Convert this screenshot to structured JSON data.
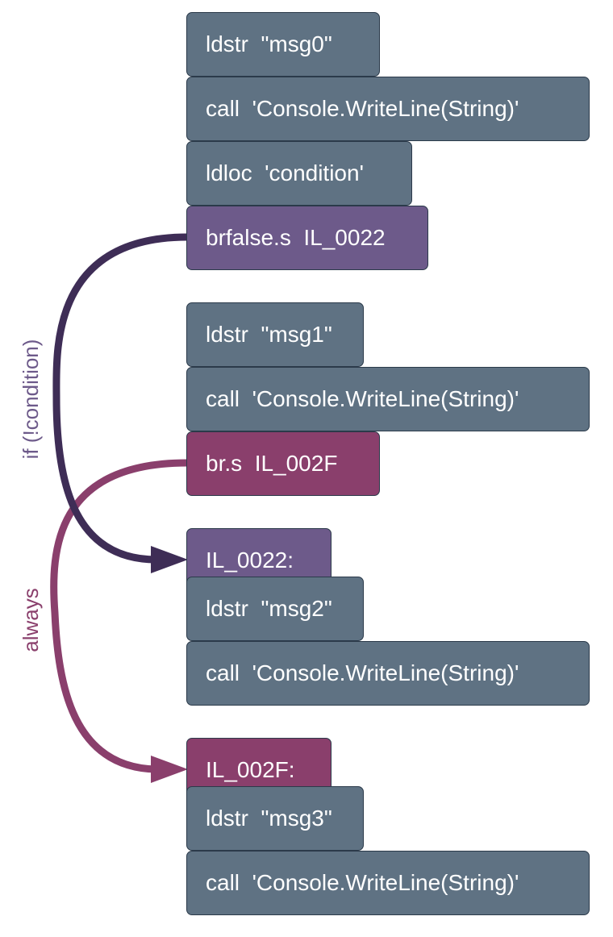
{
  "colors": {
    "plain": "#5f7283",
    "cond": "#6d5a8a",
    "jump": "#8a3f6c",
    "cond_arrow": "#3e2d56",
    "always_arrow": "#8a3f6c"
  },
  "instructions": [
    {
      "text": "ldstr  \"msg0\""
    },
    {
      "text": "call  'Console.WriteLine(String)'"
    },
    {
      "text": "ldloc  'condition'"
    },
    {
      "text": "brfalse.s  IL_0022"
    },
    {
      "text": "ldstr  \"msg1\""
    },
    {
      "text": "call  'Console.WriteLine(String)'"
    },
    {
      "text": "br.s  IL_002F"
    },
    {
      "text": "IL_0022:"
    },
    {
      "text": "ldstr  \"msg2\""
    },
    {
      "text": "call  'Console.WriteLine(String)'"
    },
    {
      "text": "IL_002F:"
    },
    {
      "text": "ldstr  \"msg3\""
    },
    {
      "text": "call  'Console.WriteLine(String)'"
    }
  ],
  "edges": {
    "conditional": {
      "label": "if (!condition)",
      "from": "brfalse.s  IL_0022",
      "to": "IL_0022:"
    },
    "unconditional": {
      "label": "always",
      "from": "br.s  IL_002F",
      "to": "IL_002F:"
    }
  }
}
